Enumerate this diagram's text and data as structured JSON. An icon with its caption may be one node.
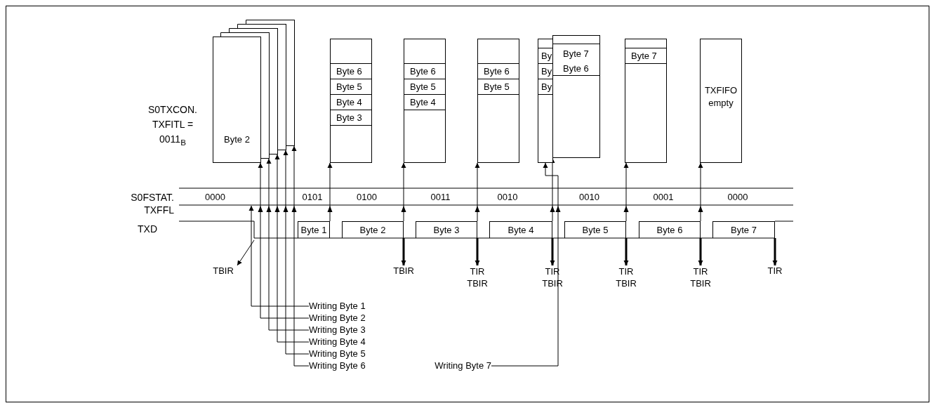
{
  "diagram": {
    "nodes": [
      {
        "text": [
          "Byte 2"
        ]
      },
      {
        "text": [],
        "shape": "box"
      },
      {
        "text": [],
        "shape": "box"
      },
      {
        "text": [],
        "shape": "box"
      },
      {
        "text": [],
        "shape": "box"
      },
      {
        "text": [],
        "shape": "box"
      },
      {
        "text": [
          "Byte 6"
        ],
        "in": 5
      },
      {
        "text": [
          "Byte 5"
        ],
        "in": 5
      },
      {
        "text": [
          "Byte 4"
        ],
        "in": 5
      },
      {
        "text": [
          "Byte 3"
        ],
        "in": 5
      },
      {
        "text": [],
        "shape": "box"
      },
      {
        "text": [
          "Byte 6"
        ],
        "in": 10
      },
      {
        "text": [
          "Byte 5"
        ],
        "in": 10
      },
      {
        "text": [
          "Byte 4"
        ],
        "in": 10
      },
      {
        "text": [],
        "shape": "box"
      },
      {
        "text": [
          "Byte 6"
        ],
        "in": 14
      },
      {
        "text": [
          "Byte 5"
        ],
        "in": 14
      },
      {
        "text": [],
        "shape": "box"
      },
      {
        "text": [
          "By"
        ],
        "in": 17
      },
      {
        "text": [
          "By"
        ],
        "in": 17
      },
      {
        "text": [
          "By"
        ],
        "in": 17
      },
      {
        "text": [],
        "shape": "box"
      },
      {
        "text": [
          "Byte 7",
          "Byte 6"
        ],
        "in": 21
      },
      {
        "text": [],
        "shape": "box"
      },
      {
        "text": [
          "Byte 7"
        ],
        "in": 23
      },
      {
        "text": [
          "TXFIFO empty"
        ]
      },
      {
        "text": [
          "Byte 1"
        ]
      },
      {
        "text": [
          "Byte 2"
        ]
      },
      {
        "text": [
          "Byte 3"
        ]
      },
      {
        "text": [
          "Byte 4"
        ]
      },
      {
        "text": [
          "Byte 5"
        ]
      },
      {
        "text": [
          "Byte 6"
        ]
      },
      {
        "text": [
          "Byte 7"
        ]
      },
      {
        "text": [
          "TBIR"
        ]
      },
      {
        "text": [
          "TBIR"
        ]
      },
      {
        "text": [
          "TIR",
          "TBIR"
        ]
      },
      {
        "text": [
          "TIR",
          "TBIR"
        ]
      },
      {
        "text": [
          "TIR",
          "TBIR"
        ]
      },
      {
        "text": [
          "TIR",
          "TBIR"
        ]
      },
      {
        "text": [
          "TIR"
        ]
      },
      {
        "text": [
          "Writing Byte 1"
        ]
      },
      {
        "text": [
          "Writing Byte 2"
        ]
      },
      {
        "text": [
          "Writing Byte 3"
        ]
      },
      {
        "text": [
          "Writing Byte 4"
        ]
      },
      {
        "text": [
          "Writing Byte 5"
        ]
      },
      {
        "text": [
          "Writing Byte 6"
        ]
      },
      {
        "text": [
          "Writing Byte 7"
        ]
      }
    ],
    "edges": [
      {
        "from": 40,
        "to": null,
        "arrow": "to"
      },
      {
        "from": 41,
        "to": 0,
        "arrow": "to"
      },
      {
        "from": 42,
        "to": 1,
        "arrow": "to"
      },
      {
        "from": 43,
        "to": 2,
        "arrow": "to"
      },
      {
        "from": 44,
        "to": 3,
        "arrow": "to"
      },
      {
        "from": 45,
        "to": 4,
        "arrow": "to"
      },
      {
        "from": 46,
        "to": 17,
        "arrow": "to"
      },
      {
        "from": 26,
        "to": 5,
        "arrow": "to"
      },
      {
        "from": 27,
        "to": 10,
        "arrow": "to"
      },
      {
        "from": 28,
        "to": 14,
        "arrow": "to"
      },
      {
        "from": 29,
        "to": 21,
        "arrow": "to"
      },
      {
        "from": 30,
        "to": 23,
        "arrow": "to"
      },
      {
        "from": 31,
        "to": 25,
        "arrow": "to"
      },
      {
        "from": 27,
        "to": 34,
        "arrow": "to",
        "style": "thick"
      },
      {
        "from": 28,
        "to": 35,
        "arrow": "to",
        "style": "thick"
      },
      {
        "from": 29,
        "to": 36,
        "arrow": "to",
        "style": "thick"
      },
      {
        "from": 30,
        "to": 37,
        "arrow": "to",
        "style": "thick"
      },
      {
        "from": 31,
        "to": 38,
        "arrow": "to",
        "style": "thick"
      },
      {
        "from": 32,
        "to": 39,
        "arrow": "to",
        "style": "thick"
      },
      {
        "from": null,
        "to": 33,
        "arrow": "to"
      }
    ],
    "labels": [
      "S0TXCON. TXFITL = 0011$_{B}$",
      "S0FSTAT. TXFFL",
      "TXD",
      "0000",
      "0101",
      "0100",
      "0011",
      "0010",
      "0010",
      "0001",
      "0000"
    ]
  }
}
